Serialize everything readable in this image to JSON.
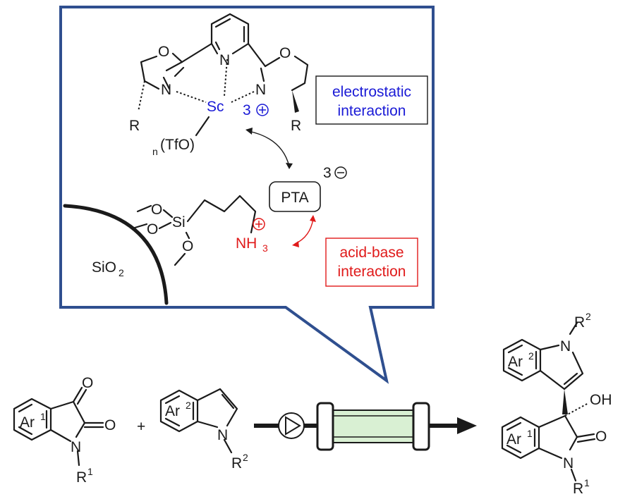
{
  "callout": {
    "atoms": {
      "N_pyridine": "N",
      "O_left": "O",
      "O_right": "O",
      "N_left": "N",
      "N_right": "N",
      "metal": "Sc",
      "charge_metal": "3",
      "R_left": "R",
      "R_right": "R",
      "counterion_prefix": "n",
      "counterion": "(TfO)"
    },
    "electrostatic_box": {
      "line1": "electrostatic",
      "line2": "interaction",
      "color": "#1a1ad6"
    },
    "pta": {
      "label": "PTA",
      "charge": "3"
    },
    "support": {
      "silica": "SiO",
      "silica_sub": "2",
      "si": "Si",
      "o1": "O",
      "o2": "O",
      "o3": "O",
      "ammonium": "NH",
      "ammonium_sub": "3"
    },
    "acid_base_box": {
      "line1": "acid-base",
      "line2": "interaction",
      "color": "#e01a1a"
    }
  },
  "reaction": {
    "isatin": {
      "ar": "Ar",
      "ar_sup": "1",
      "o1": "O",
      "o2": "O",
      "n": "N",
      "r": "R",
      "r_sup": "1"
    },
    "plus": "+",
    "indole": {
      "ar": "Ar",
      "ar_sup": "2",
      "n": "N",
      "r": "R",
      "r_sup": "2"
    },
    "product": {
      "ar2": "Ar",
      "ar2_sup": "2",
      "n_top": "N",
      "r2": "R",
      "r2_sup": "2",
      "oh": "OH",
      "ar1": "Ar",
      "ar1_sup": "1",
      "o": "O",
      "n_bottom": "N",
      "r1": "R",
      "r1_sup": "1"
    }
  },
  "colors": {
    "callout_border": "#2f4f8f",
    "electrostatic": "#1a1ad6",
    "acid_base": "#e01a1a",
    "reactor_fill": "#d9f0d3"
  }
}
